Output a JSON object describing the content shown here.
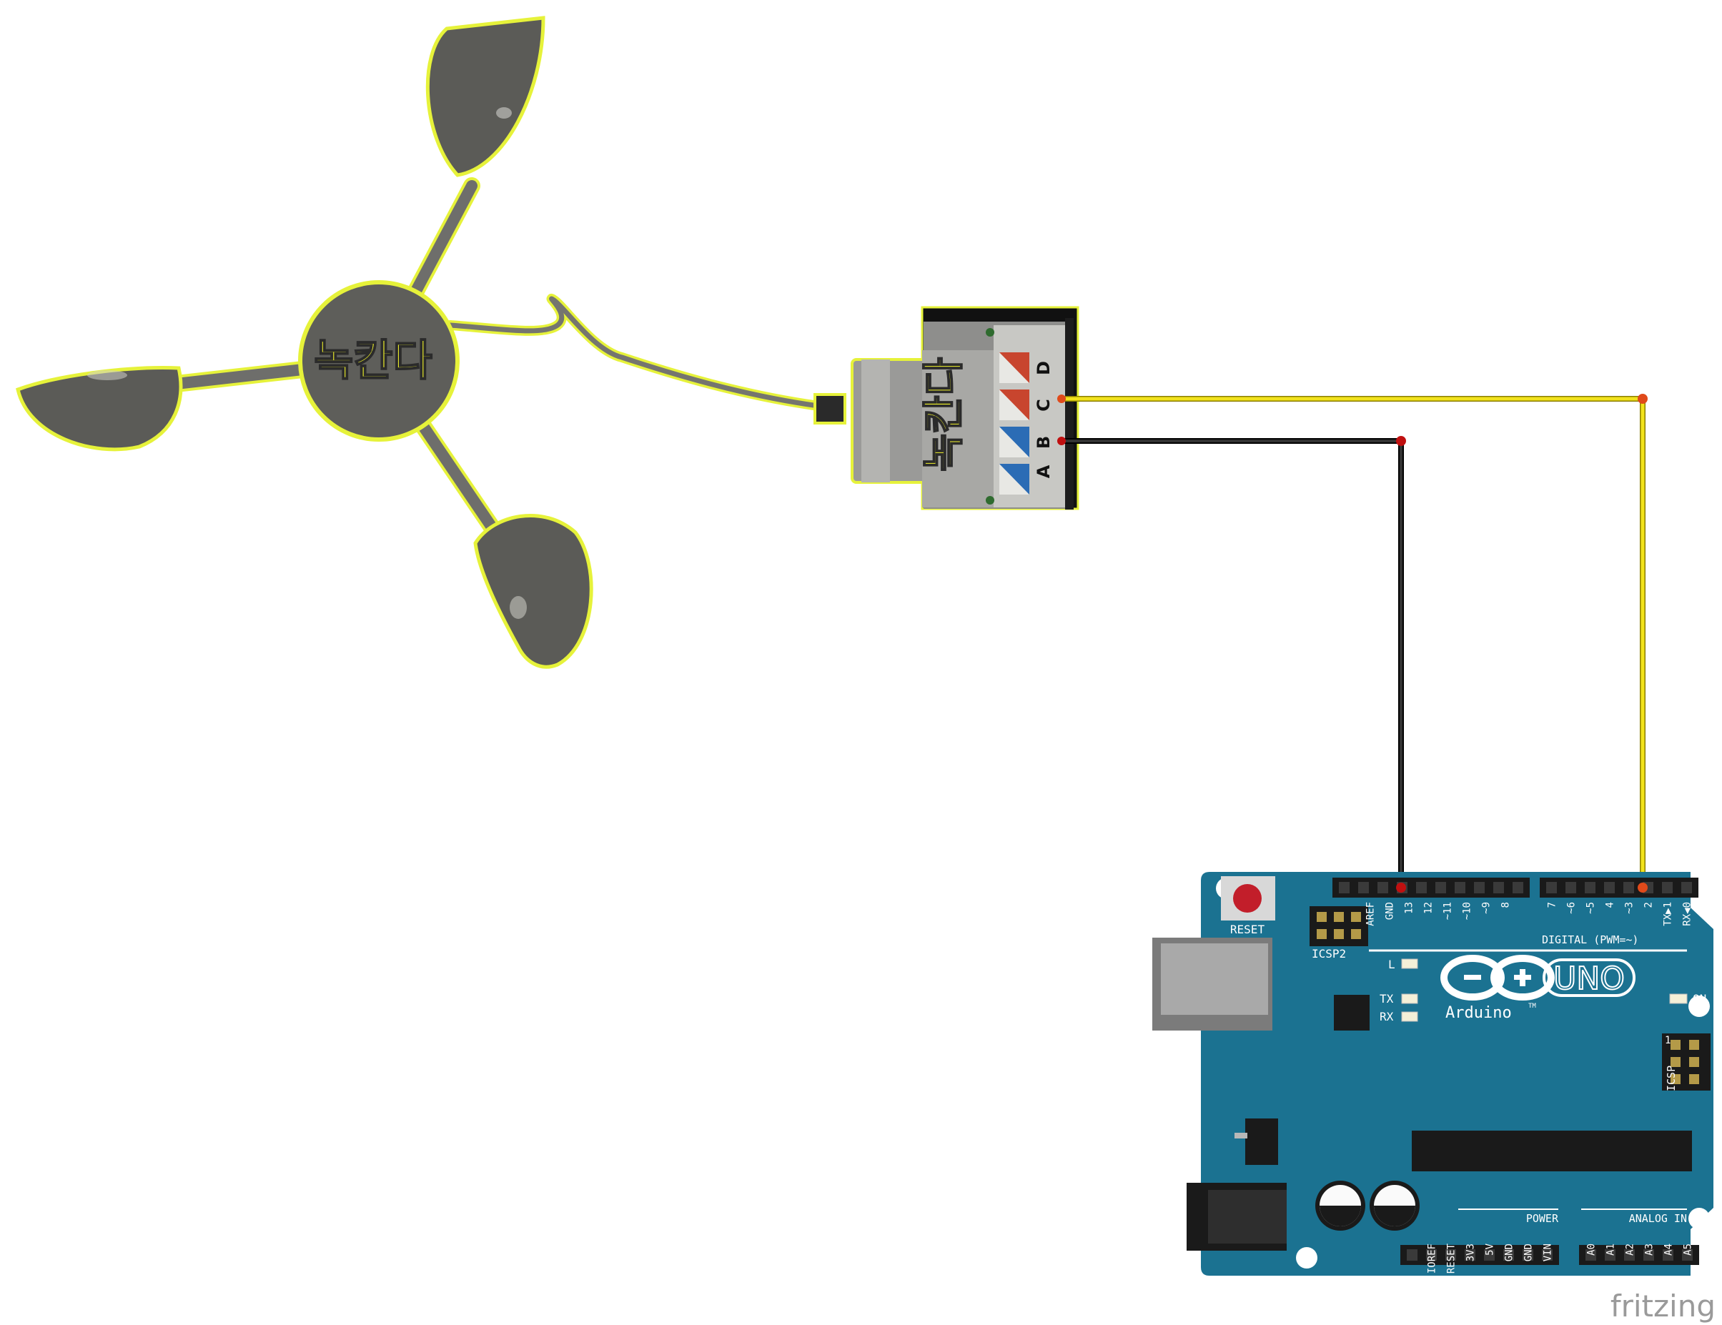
{
  "sensor": {
    "brand_label": "녹칸다",
    "module_brand_label": "녹칸다",
    "terminal_labels": [
      "A",
      "B",
      "C",
      "D"
    ]
  },
  "board": {
    "reset_label": "RESET",
    "icsp2_label": "ICSP2",
    "icsp_label": "ICSP",
    "icsp_pin1": "1",
    "digital_label": "DIGITAL (PWM=~)",
    "top_left_pins": [
      "AREF",
      "GND",
      "13",
      "12",
      "~11",
      "~10",
      "~9",
      "8"
    ],
    "top_right_pins": [
      "7",
      "~6",
      "~5",
      "4",
      "~3",
      "2",
      "TX▶1",
      "RX◀0"
    ],
    "led_l": "L",
    "led_tx": "TX",
    "led_rx": "RX",
    "led_on": "ON",
    "logo_name": "Arduino",
    "logo_tm": "TM",
    "logo_model": "UNO",
    "power_label": "POWER",
    "power_pins": [
      "IOREF",
      "RESET",
      "3V3",
      "5V",
      "GND",
      "GND",
      "VIN"
    ],
    "analog_label": "ANALOG IN",
    "analog_pins": [
      "A0",
      "A1",
      "A2",
      "A3",
      "A4",
      "A5"
    ]
  },
  "watermark": "fritzing",
  "colors": {
    "board_teal": "#1B7291",
    "wire_yellow": "#F2E21B",
    "wire_black": "#1a1a1a",
    "highlight_yellow": "#E6F23A",
    "sensor_gray": "#6E6E6B"
  }
}
